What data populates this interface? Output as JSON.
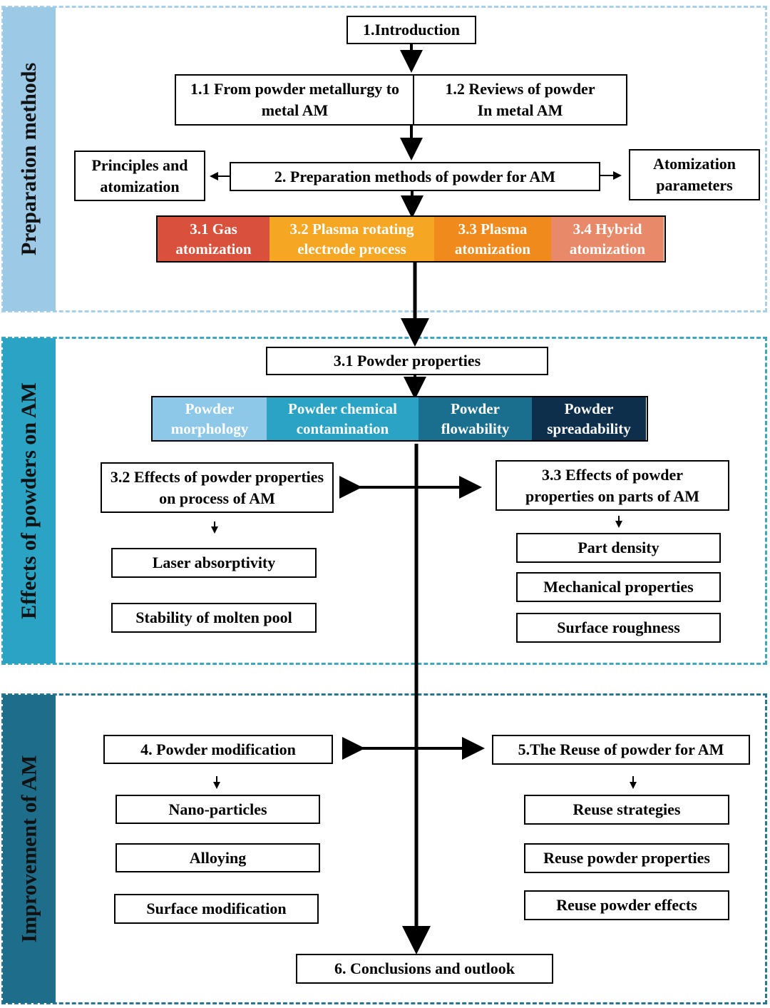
{
  "sections": {
    "preparation": {
      "label": "Preparation methods",
      "color": "#9cc9e6",
      "border": "#a9d0e8"
    },
    "effects": {
      "label": "Effects of powders on AM",
      "color": "#2aa3c4",
      "border": "#3fa6c0"
    },
    "improvement": {
      "label": "Improvement of AM",
      "color": "#1e6e8b",
      "border": "#2b7590"
    }
  },
  "boxes": {
    "introduction": "1.Introduction",
    "from_powder_metallurgy": "1.1 From powder metallurgy to metal AM",
    "reviews_of_powder": "1.2 Reviews of powder In metal AM",
    "preparation_methods": "2. Preparation methods of powder for AM",
    "principles": "Principles and atomization",
    "atomization_parameters": "Atomization parameters",
    "powder_properties": "3.1 Powder properties",
    "effects_process": "3.2 Effects of powder properties on process of AM",
    "effects_parts": "3.3 Effects of powder properties on parts of AM",
    "laser_absorptivity": "Laser absorptivity",
    "stability_molten_pool": "Stability of molten pool",
    "part_density": "Part density",
    "mechanical_properties": "Mechanical properties",
    "surface_roughness": "Surface roughness",
    "powder_modification": "4. Powder modification",
    "reuse_powder": "5.The Reuse of powder for AM",
    "nano_particles": "Nano-particles",
    "alloying": "Alloying",
    "surface_modification": "Surface modification",
    "reuse_strategies": "Reuse strategies",
    "reuse_powder_properties": "Reuse powder properties",
    "reuse_powder_effects": "Reuse powder effects",
    "conclusions": "6. Conclusions and outlook"
  },
  "atomization_methods": [
    {
      "label": "3.1 Gas atomization",
      "color": "#d9513c"
    },
    {
      "label": "3.2 Plasma rotating electrode process",
      "color": "#f5a623"
    },
    {
      "label": "3.3 Plasma atomization",
      "color": "#f08a1c"
    },
    {
      "label": "3.4 Hybrid atomization",
      "color": "#e8896a"
    }
  ],
  "powder_property_types": [
    {
      "label": "Powder morphology",
      "color": "#8ec8e8"
    },
    {
      "label": "Powder chemical contamination",
      "color": "#2aa3c4"
    },
    {
      "label": "Powder flowability",
      "color": "#1b6f8e"
    },
    {
      "label": "Powder spreadability",
      "color": "#0d2f4c"
    }
  ]
}
